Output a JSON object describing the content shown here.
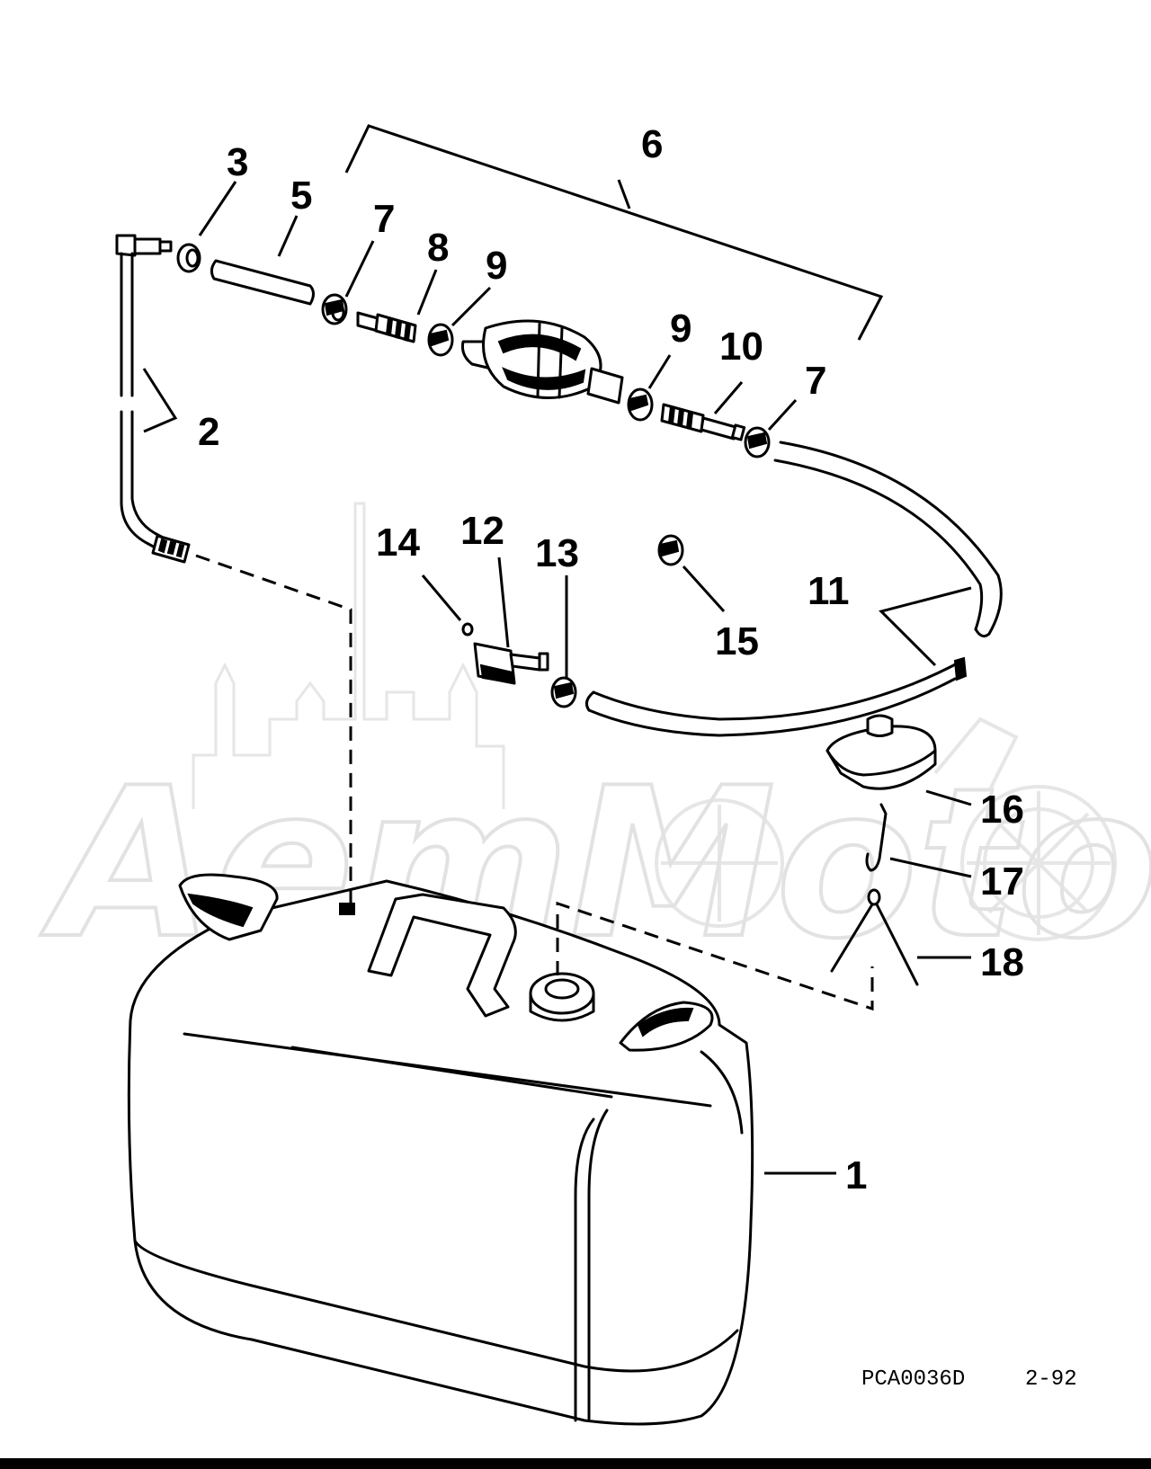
{
  "diagram": {
    "reference_code": "PCA0036D",
    "revision": "2-92",
    "watermark_text": "AemMoto",
    "callouts": {
      "c1": "1",
      "c2": "2",
      "c3": "3",
      "c5": "5",
      "c6": "6",
      "c7a": "7",
      "c7b": "7",
      "c8": "8",
      "c9a": "9",
      "c9b": "9",
      "c10": "10",
      "c11": "11",
      "c12": "12",
      "c13": "13",
      "c14": "14",
      "c15": "15",
      "c16": "16",
      "c17": "17",
      "c18": "18"
    }
  }
}
